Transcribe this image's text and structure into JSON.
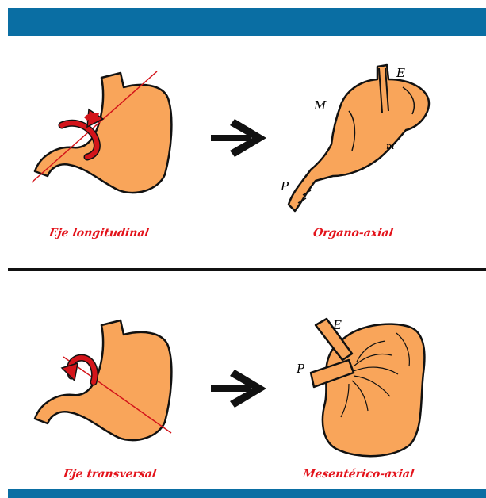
{
  "panels": [
    {
      "left_caption": "Eje longitudinal",
      "right_caption": "Organo-axial",
      "labels": {
        "e": "E",
        "m_upper": "M",
        "m_lower": "m",
        "p": "P"
      }
    },
    {
      "left_caption": "Eje transversal",
      "right_caption": "Mesentérico-axial",
      "labels": {
        "e": "E",
        "p": "P"
      }
    }
  ],
  "colors": {
    "header_bar": "#0a6ea3",
    "stomach_fill": "#f9a55a",
    "arrow_red": "#d3141a",
    "caption_red": "#e3131b",
    "outline": "#111111"
  },
  "icons": [
    "stomach-icon",
    "rotation-arrow-icon",
    "right-arrow-icon",
    "volvulus-stomach-icon"
  ]
}
